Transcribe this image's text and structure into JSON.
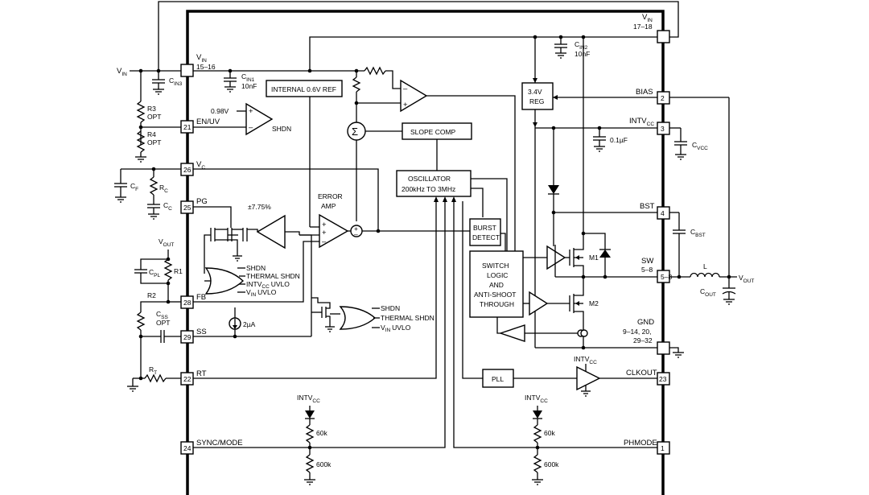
{
  "pins": {
    "vin_top": {
      "label": "V",
      "sub": "IN",
      "num": "17–18"
    },
    "vin_left": {
      "label": "V",
      "sub": "IN",
      "num": "15–16"
    },
    "bias": {
      "label": "BIAS",
      "num": "2"
    },
    "intvcc": {
      "label": "INTV",
      "sub": "CC",
      "num": "3"
    },
    "bst": {
      "label": "BST",
      "num": "4"
    },
    "sw": {
      "label": "SW",
      "num": "5–8"
    },
    "gnd": {
      "label": "GND",
      "num1": "9–14, 20,",
      "num2": "29–32"
    },
    "clkout": {
      "label": "CLKOUT",
      "num": "23"
    },
    "phmode": {
      "label": "PHMODE",
      "num": "1"
    },
    "enuv": {
      "label": "EN/UV",
      "num": "21"
    },
    "vc": {
      "label": "V",
      "sub": "C",
      "num": "26"
    },
    "pg": {
      "label": "PG",
      "num": "25"
    },
    "fb": {
      "label": "FB",
      "num": "28"
    },
    "ss": {
      "label": "SS",
      "num": "29"
    },
    "rt": {
      "label": "RT",
      "num": "22"
    },
    "syncmode": {
      "label": "SYNC/MODE",
      "num": "24"
    }
  },
  "blocks": {
    "internal_ref": "INTERNAL 0.6V REF",
    "slope_comp": "SLOPE COMP",
    "osc_line1": "OSCILLATOR",
    "osc_line2": "200kHz TO 3MHz",
    "burst_line1": "BURST",
    "burst_line2": "DETECT",
    "switch_line1": "SWITCH",
    "switch_line2": "LOGIC",
    "switch_line3": "AND",
    "switch_line4": "ANTI-SHOOT",
    "switch_line5": "THROUGH",
    "reg_line1": "3.4V",
    "reg_line2": "REG",
    "pll": "PLL",
    "sigma": "Σ"
  },
  "labels": {
    "v098": "0.98V",
    "shdn": "SHDN",
    "error_amp_1": "ERROR",
    "error_amp_2": "AMP",
    "pct": "±7.75%",
    "or1_in1": "SHDN",
    "or1_in2": "THERMAL SHDN",
    "or1_in3_main": "INTV",
    "or1_in3_sub": "CC",
    "or1_in3_tail": "UVLO",
    "or1_in4_main": "V",
    "or1_in4_sub": "IN",
    "or1_in4_tail": "UVLO",
    "or2_in1": "SHDN",
    "or2_in2": "THERMAL SHDN",
    "or2_in3_main": "V",
    "or2_in3_sub": "IN",
    "or2_in3_tail": "UVLO",
    "i2ua": "2µA",
    "m1": "M1",
    "m2": "M2",
    "intvcc_a_main": "INTV",
    "intvcc_a_sub": "CC",
    "intvcc_b_main": "INTV",
    "intvcc_b_sub": "CC",
    "intvcc_c_main": "INTV",
    "intvcc_c_sub": "CC",
    "r60k_a": "60k",
    "r600k_a": "600k",
    "r60k_b": "60k",
    "r600k_b": "600k",
    "plus": "+",
    "minus": "–"
  },
  "external": {
    "vin_main": "V",
    "vin_sub": "IN",
    "cin3_main": "C",
    "cin3_sub": "IN3",
    "r3": "R3",
    "r3_opt": "OPT",
    "r4": "R4",
    "r4_opt": "OPT",
    "cf_main": "C",
    "cf_sub": "F",
    "rc_main": "R",
    "rc_sub": "C",
    "cc_main": "C",
    "cc_sub": "C",
    "vout_l_main": "V",
    "vout_l_sub": "OUT",
    "cpl_main": "C",
    "cpl_sub": "PL",
    "r1": "R1",
    "r2": "R2",
    "css_main": "C",
    "css_sub": "SS",
    "css_opt": "OPT",
    "rt_main": "R",
    "rt_sub": "T",
    "cin1_main": "C",
    "cin1_sub": "IN1",
    "cin1_val": "10nF",
    "cin2_main": "C",
    "cin2_sub": "IN2",
    "cin2_val": "10nF",
    "c01": "0.1µF",
    "cvcc_main": "C",
    "cvcc_sub": "VCC",
    "cbst_main": "C",
    "cbst_sub": "BST",
    "l": "L",
    "vout_r_main": "V",
    "vout_r_sub": "OUT",
    "cout_main": "C",
    "cout_sub": "OUT"
  }
}
